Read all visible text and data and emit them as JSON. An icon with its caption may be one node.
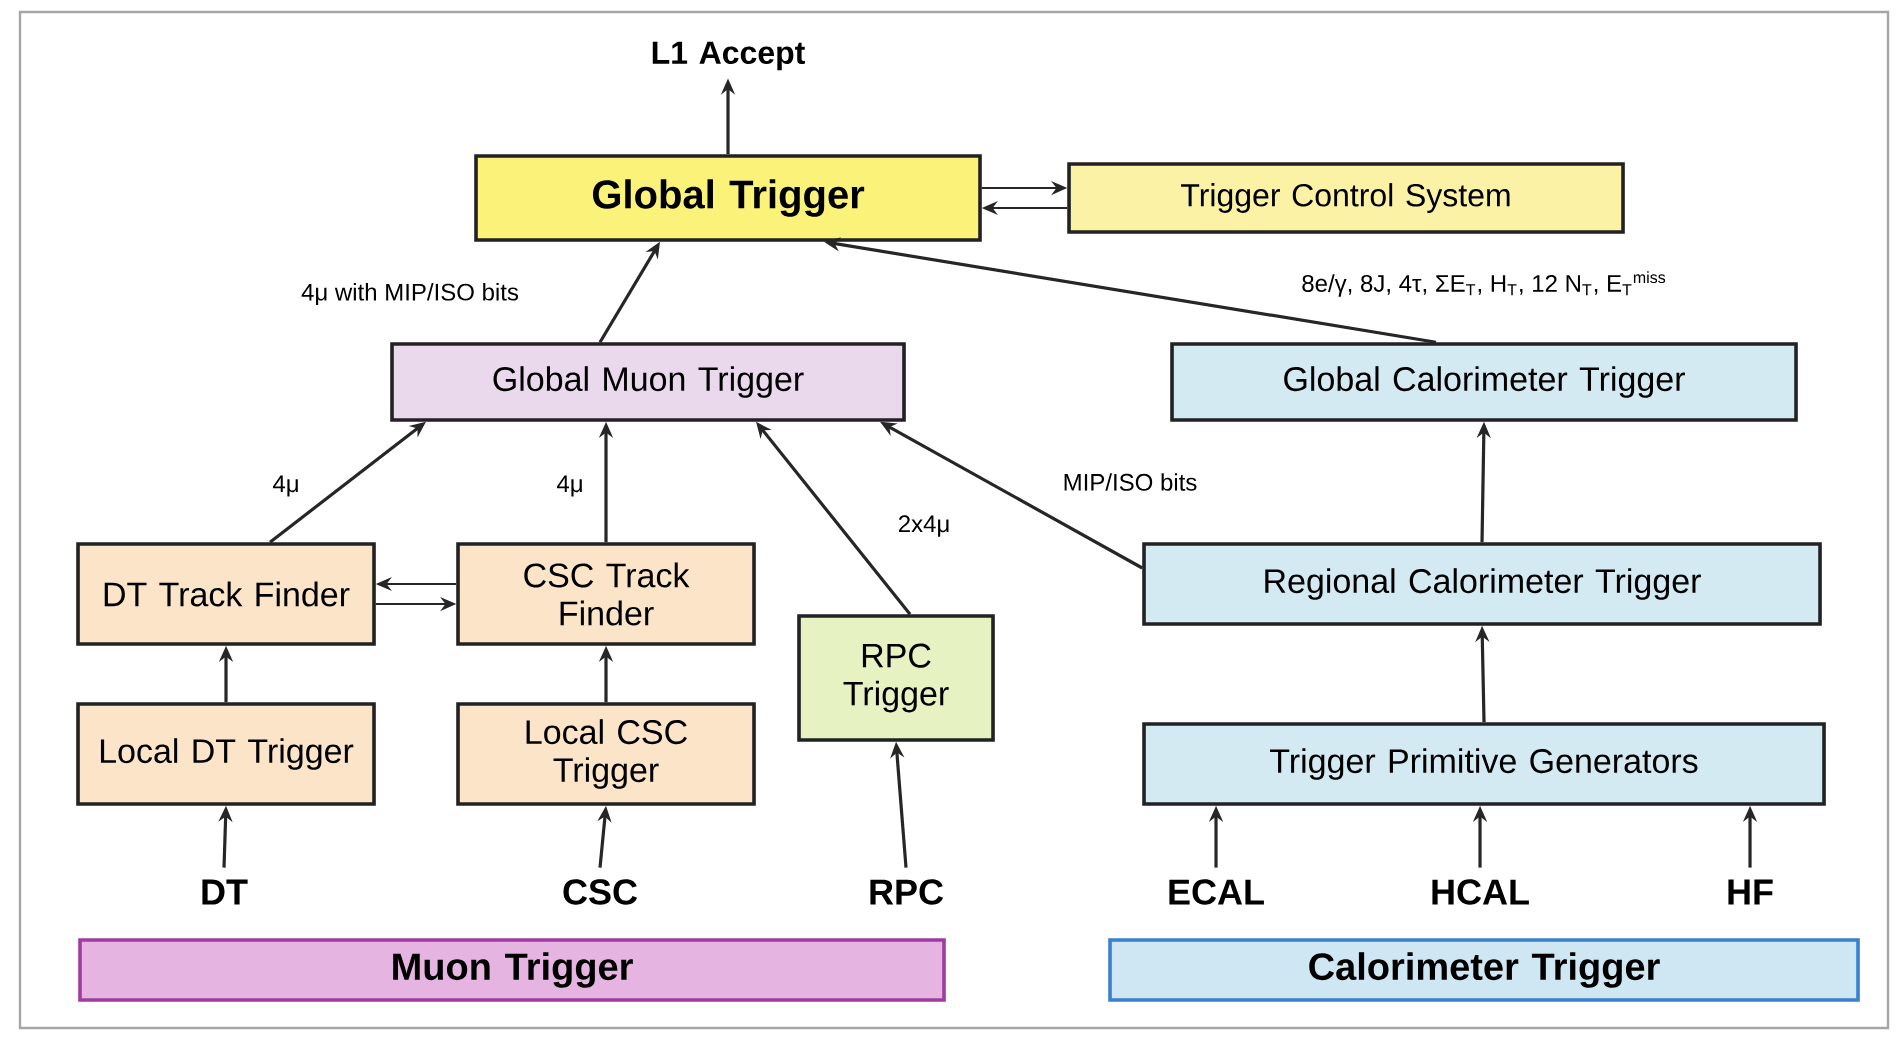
{
  "diagram": {
    "nodes": [
      {
        "text": [
          "L1 Accept"
        ]
      },
      {
        "text": [
          "Global Trigger"
        ]
      },
      {
        "text": [
          "Trigger Control System"
        ]
      },
      {
        "text": [
          "Global Muon Trigger"
        ]
      },
      {
        "text": [
          "Global Calorimeter Trigger"
        ]
      },
      {
        "text": [
          "DT Track Finder"
        ]
      },
      {
        "text": [
          "CSC Track Finder"
        ]
      },
      {
        "text": [
          "RPC Trigger"
        ]
      },
      {
        "text": [
          "Regional Calorimeter Trigger"
        ]
      },
      {
        "text": [
          "Local DT Trigger"
        ]
      },
      {
        "text": [
          "Local CSC Trigger"
        ]
      },
      {
        "text": [
          "Trigger Primitive Generators"
        ]
      },
      {
        "text": [
          "DT"
        ]
      },
      {
        "text": [
          "CSC"
        ]
      },
      {
        "text": [
          "RPC"
        ]
      },
      {
        "text": [
          "ECAL"
        ]
      },
      {
        "text": [
          "HCAL"
        ]
      },
      {
        "text": [
          "HF"
        ]
      },
      {
        "text": [
          "Muon Trigger"
        ]
      },
      {
        "text": [
          "Calorimeter Trigger"
        ]
      }
    ],
    "edges": [
      {
        "from": 1,
        "to": 0,
        "arrow": "to"
      },
      {
        "from": 2,
        "to": 1,
        "arrow": "to"
      },
      {
        "from": 1,
        "to": 2,
        "arrow": "to"
      },
      {
        "from": 3,
        "to": 1,
        "arrow": "to",
        "label": "4μ with MIP/ISO bits"
      },
      {
        "from": 4,
        "to": 1,
        "arrow": "to",
        "label": "8e/γ, 8J, 4τ, ΣE$_{T}$, H$_{T}$, 12 N$_{T}$, E$_{T}$$^{miss}$"
      },
      {
        "from": 5,
        "to": 3,
        "arrow": "to",
        "label": "4μ"
      },
      {
        "from": 6,
        "to": 3,
        "arrow": "to",
        "label": "4μ"
      },
      {
        "from": 7,
        "to": 3,
        "arrow": "to",
        "label": "2x4μ"
      },
      {
        "from": 8,
        "to": 3,
        "arrow": "to",
        "label": "MIP/ISO bits"
      },
      {
        "from": 6,
        "to": 5,
        "arrow": "to"
      },
      {
        "from": 5,
        "to": 6,
        "arrow": "to"
      },
      {
        "from": 9,
        "to": 5,
        "arrow": "to"
      },
      {
        "from": 10,
        "to": 6,
        "arrow": "to"
      },
      {
        "from": 11,
        "to": 8,
        "arrow": "to"
      },
      {
        "from": 8,
        "to": 4,
        "arrow": "to"
      },
      {
        "from": 12,
        "to": 9,
        "arrow": "to"
      },
      {
        "from": 13,
        "to": 10,
        "arrow": "to"
      },
      {
        "from": 14,
        "to": 7,
        "arrow": "to"
      },
      {
        "from": 15,
        "to": 11,
        "arrow": "to"
      },
      {
        "from": 16,
        "to": 11,
        "arrow": "to"
      },
      {
        "from": 17,
        "to": 11,
        "arrow": "to"
      }
    ]
  }
}
